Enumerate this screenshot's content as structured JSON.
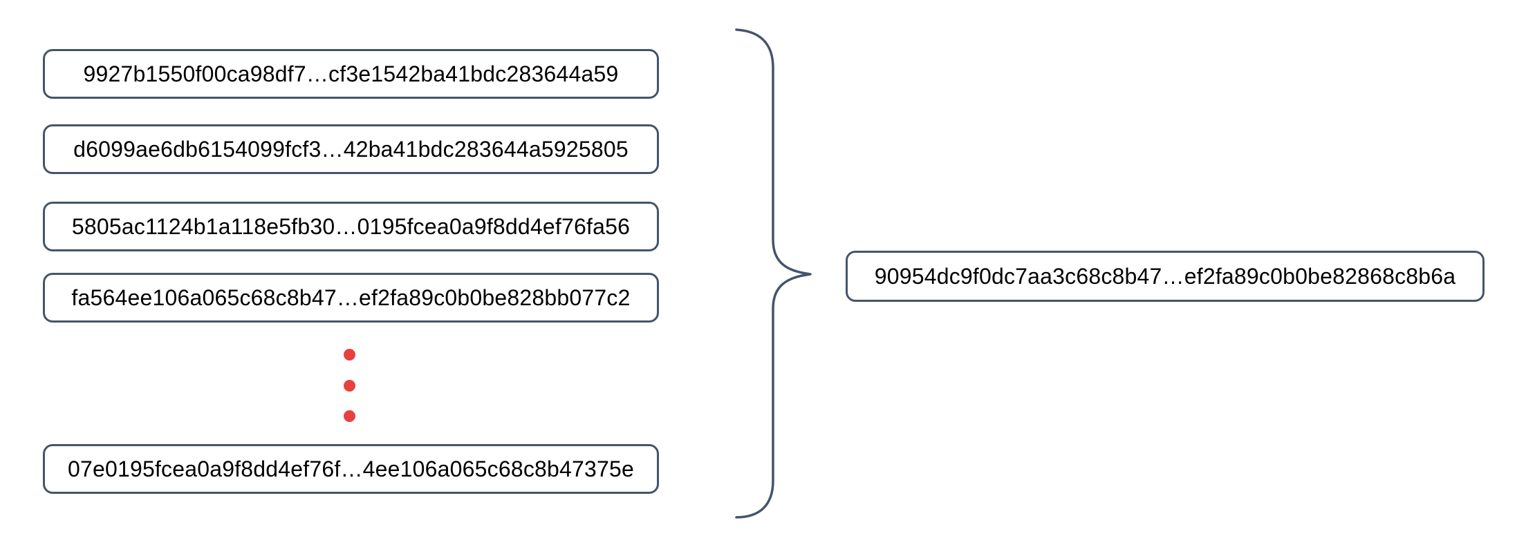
{
  "diagram": {
    "description": "Many hash values combined into a single hash value",
    "colors": {
      "box_border": "#44546A",
      "brace": "#44546A",
      "ellipsis_dots": "#E84040",
      "text": "#000000",
      "background": "#FFFFFF"
    },
    "input_hashes": [
      {
        "label": "9927b1550f00ca98df7…cf3e1542ba41bdc283644a59"
      },
      {
        "label": "d6099ae6db6154099fcf3…42ba41bdc283644a5925805"
      },
      {
        "label": "5805ac1124b1a118e5fb30…0195fcea0a9f8dd4ef76fa56"
      },
      {
        "label": "fa564ee106a065c68c8b47…ef2fa89c0b0be828bb077c2"
      },
      {
        "label": "07e0195fcea0a9f8dd4ef76f…4ee106a065c68c8b47375e"
      }
    ],
    "ellipsis_dots_count": 3,
    "output_hash": {
      "label": "90954dc9f0dc7aa3c68c8b47…ef2fa89c0b0be82868c8b6a"
    }
  }
}
